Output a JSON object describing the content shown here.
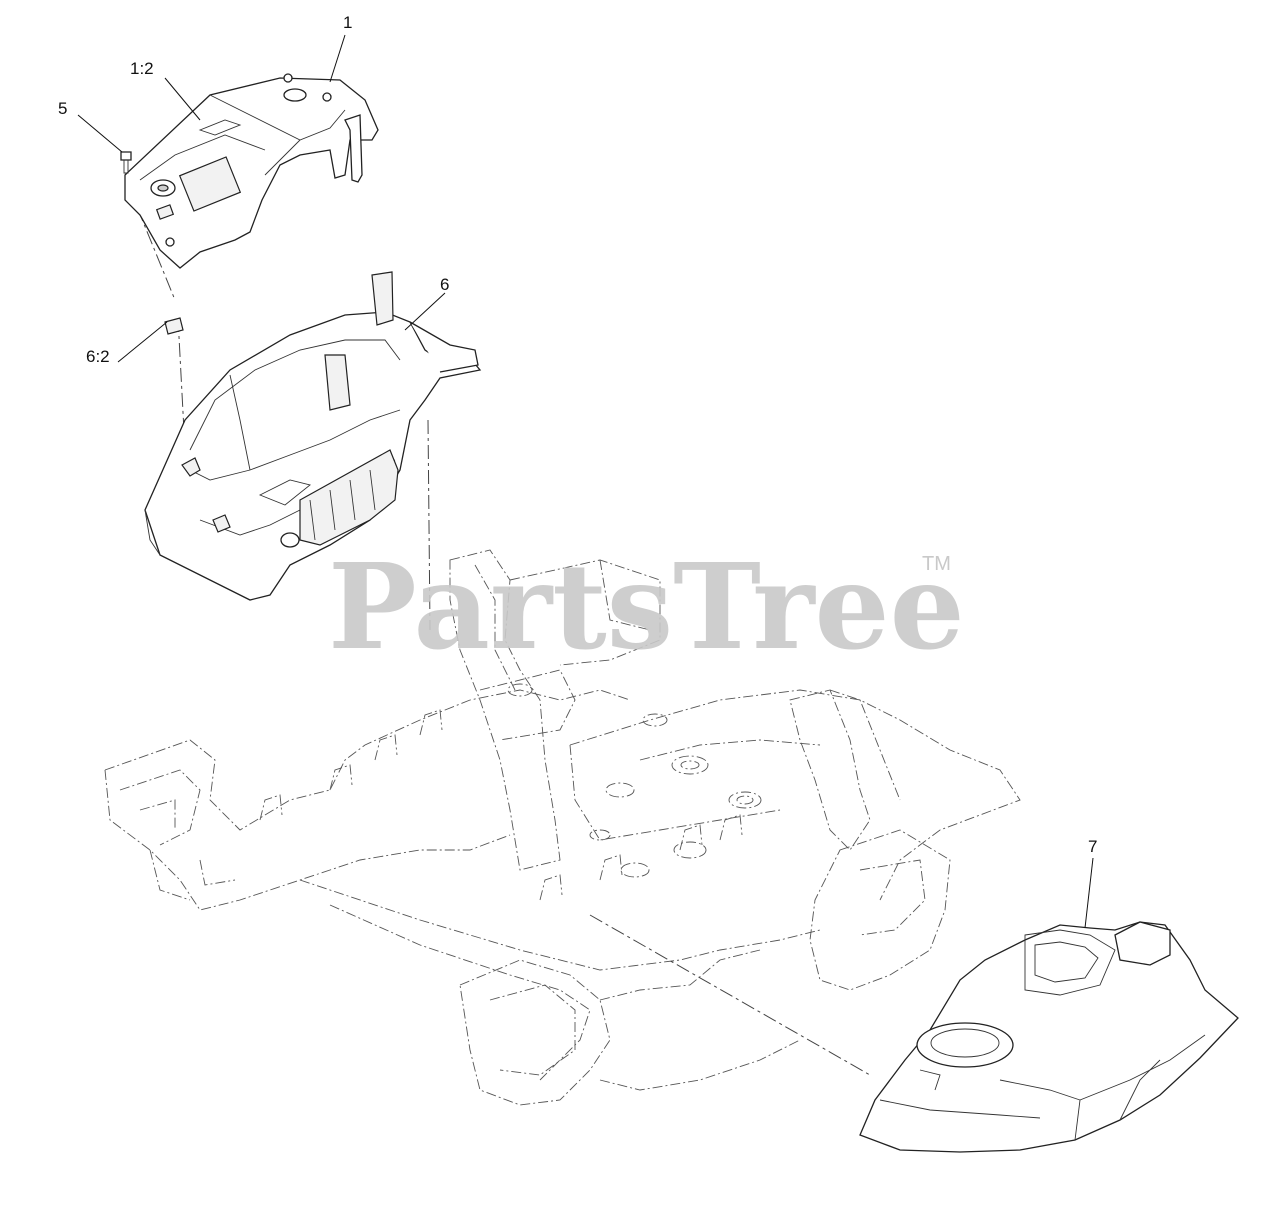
{
  "callouts": {
    "c1": "1",
    "c1_2": "1:2",
    "c5": "5",
    "c6": "6",
    "c6_2": "6:2",
    "c7": "7"
  },
  "watermark": {
    "text": "PartsTree",
    "trademark": "TM"
  },
  "parts": {
    "p1": "control-panel-cover",
    "p5": "screw",
    "p6": "console-housing",
    "p6_2": "clip-nut",
    "p7": "cup-holder-console",
    "frame": "chassis-frame"
  }
}
